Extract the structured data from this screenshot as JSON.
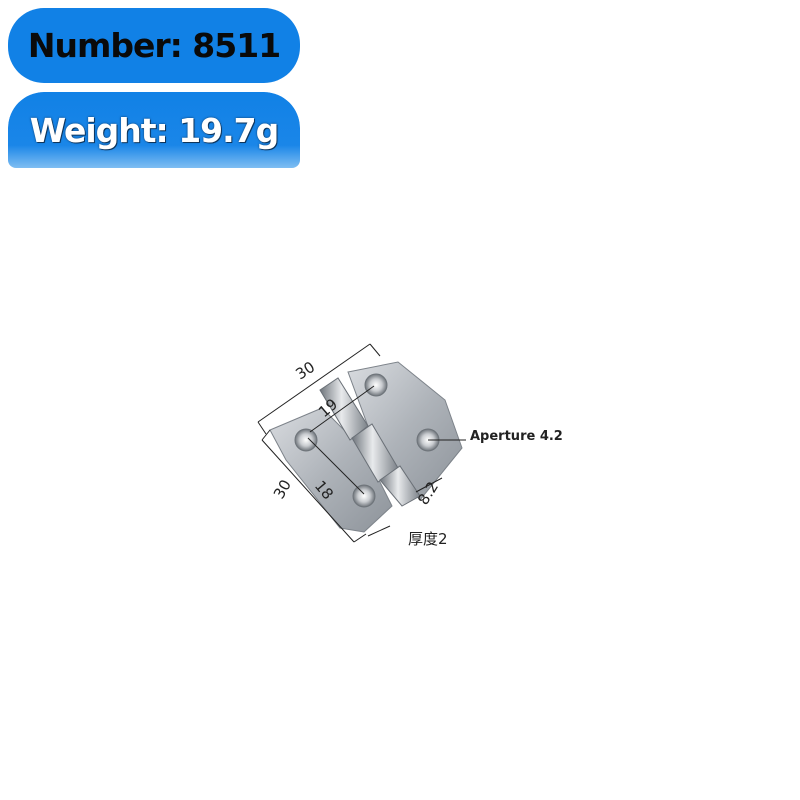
{
  "badges": {
    "number_label": "Number: 8511",
    "weight_label": "Weight: 19.7g"
  },
  "dimensions": {
    "width": "30",
    "height": "30",
    "hole_spacing_long": "18",
    "hole_spacing_short": "19",
    "knuckle_offset": "8.2"
  },
  "callouts": {
    "aperture": "Aperture 4.2",
    "thickness": "厚度2"
  },
  "colors": {
    "badge_blue": "#1181e6",
    "metal": "#b8bcc2"
  }
}
